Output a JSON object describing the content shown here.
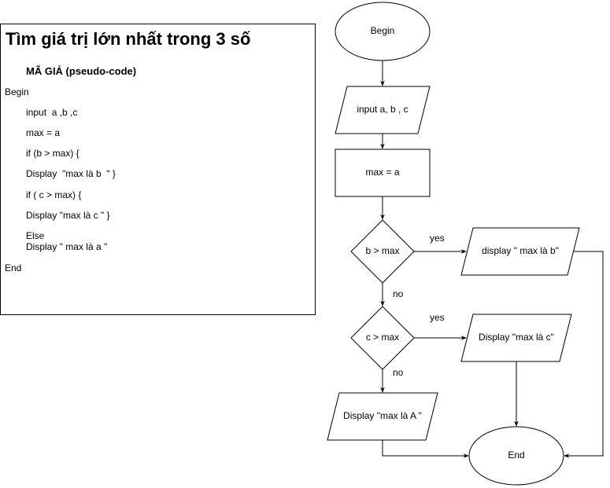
{
  "pseudo": {
    "title": "Tìm giá trị lớn nhất trong 3 số",
    "subtitle": "MÃ GIẢ (pseudo-code)",
    "lines": [
      "Begin",
      "input  a ,b ,c",
      "max = a",
      "if (b > max) {",
      "Display  \"max là b  \" }",
      "if ( c > max) {",
      "Display \"max là c \" }",
      "Else",
      "Display \" max là a \"",
      "End"
    ]
  },
  "flowchart": {
    "begin": "Begin",
    "input": "input a, b , c",
    "assign": "max = a",
    "decision1": "b > max",
    "decision2": "c > max",
    "output_b": "display \" max là b\"",
    "output_c": "Display \"max là c\"",
    "output_a": "Display \"max là A \"",
    "end": "End",
    "yes_label": "yes",
    "no_label": "no"
  }
}
